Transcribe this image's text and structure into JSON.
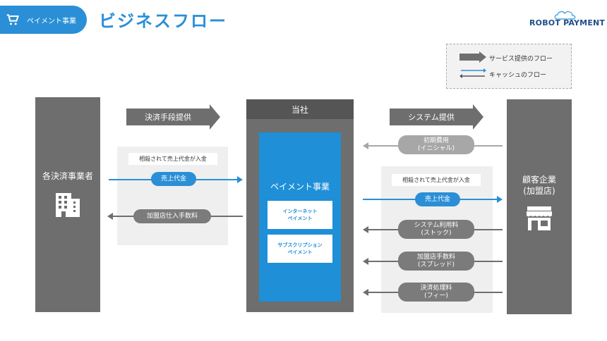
{
  "header": {
    "tag_label": "ペイメント事業",
    "title": "ビジネスフロー"
  },
  "logo": {
    "text": "ROBOT PAYMENT"
  },
  "legend": {
    "service_flow": "サービス提供のフロー",
    "cash_flow": "キャッシュのフロー"
  },
  "left": {
    "label": "各決済事業者",
    "arrow_label": "決済手段提供",
    "note": "相殺されて売上代金が入金",
    "sales_pill": "売上代金",
    "fee_pill": "加盟店仕入手数料"
  },
  "center": {
    "header": "当社",
    "business": "ペイメント事業",
    "box1": [
      "インターネット",
      "ペイメント"
    ],
    "box2": [
      "サブスクリプション",
      "ペイメント"
    ]
  },
  "right": {
    "label_line1": "顧客企業",
    "label_line2": "(加盟店)",
    "arrow_label": "システム提供",
    "initial_fee": [
      "初期費用",
      "(イニシャル)"
    ],
    "note": "相殺されて売上代金が入金",
    "sales_pill": "売上代金",
    "system_fee": [
      "システム利用料",
      "(ストック)"
    ],
    "merchant_fee": [
      "加盟店手数料",
      "(スプレッド)"
    ],
    "settlement_fee": [
      "決済処理料",
      "(フィー)"
    ]
  },
  "colors": {
    "accent": "#2a8fd6",
    "dark_gray": "#6e6e6e",
    "panel": "#efefef"
  }
}
